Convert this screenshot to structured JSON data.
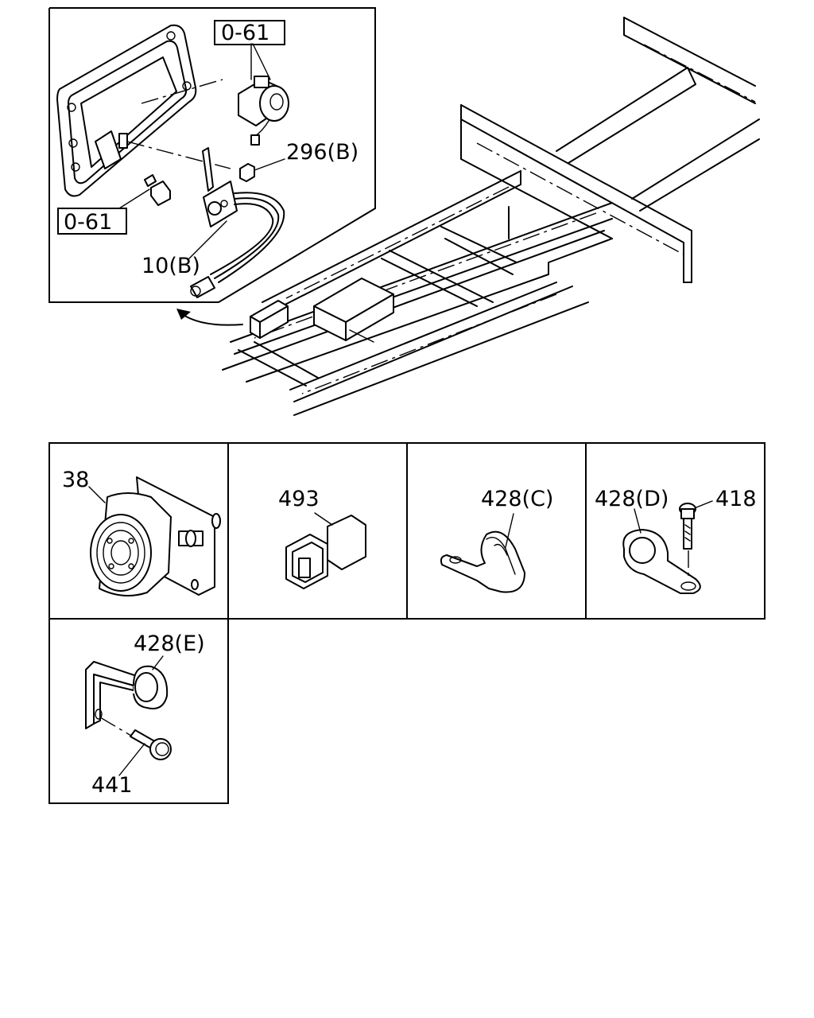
{
  "diagram": {
    "main_view": {
      "callouts": {
        "ref_top": "0-61",
        "ref_left": "0-61",
        "part_296b": "296(B)",
        "part_10b": "10(B)"
      }
    },
    "detail_panels": {
      "p38": "38",
      "p493": "493",
      "p428c": "428(C)",
      "p428d": "428(D)",
      "p418": "418",
      "p428e": "428(E)",
      "p441": "441"
    }
  }
}
